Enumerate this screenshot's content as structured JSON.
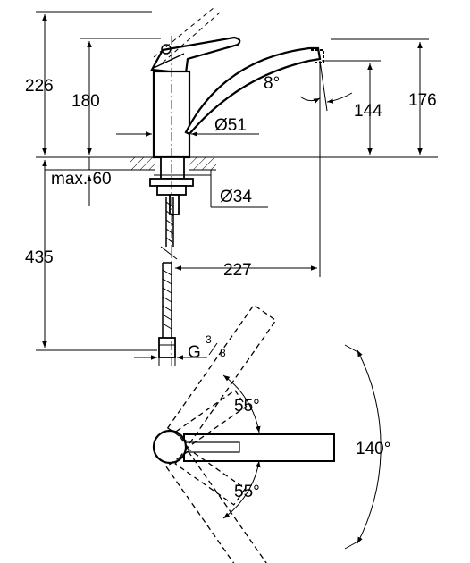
{
  "dimensions": {
    "total_height": "226",
    "lever_height": "180",
    "spout_height": "176",
    "spout_clearance": "144",
    "spout_angle": "8°",
    "body_diameter": "Ø51",
    "hole_diameter": "Ø34",
    "max_countertop": "max. 60",
    "hose_length": "435",
    "spout_reach": "227",
    "thread_main": "G",
    "thread_num": "3",
    "thread_den": "8"
  },
  "rotation": {
    "swivel_left": "55°",
    "swivel_right": "55°",
    "swivel_total": "140°"
  }
}
